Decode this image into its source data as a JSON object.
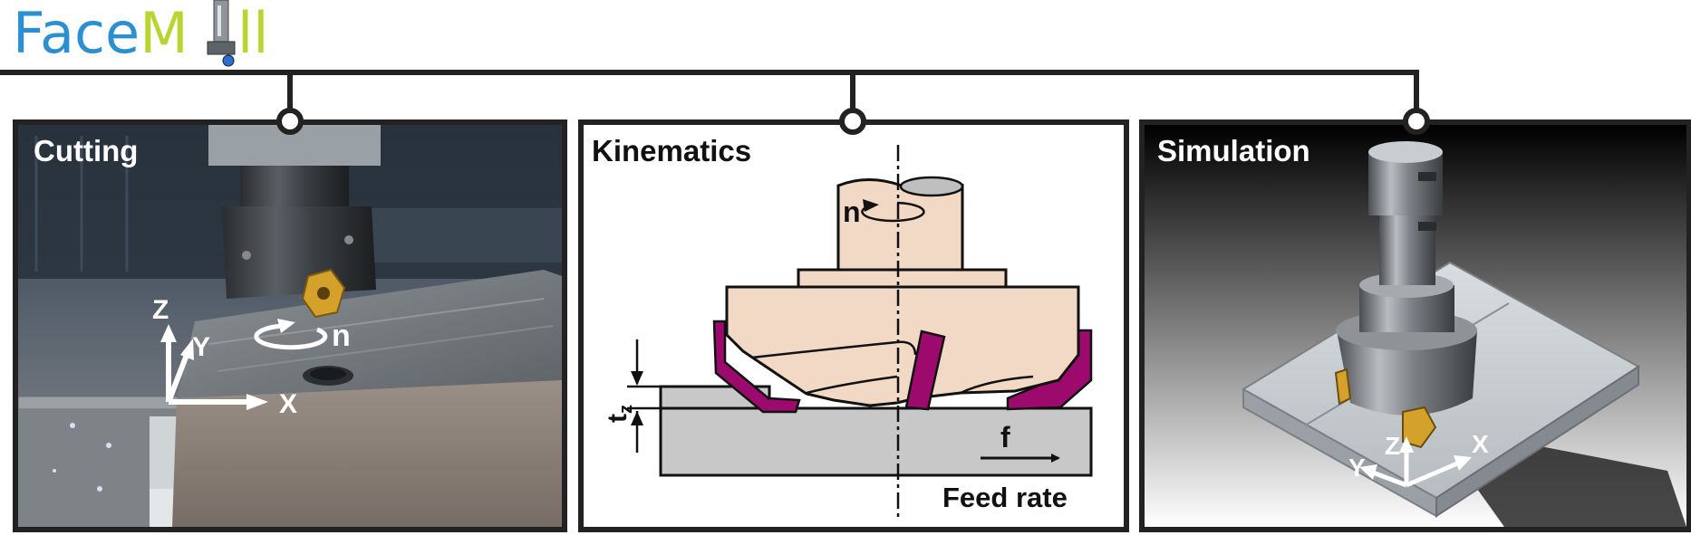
{
  "logo": {
    "part_face": "Face",
    "part_m": "M",
    "part_ll": "ll"
  },
  "colors": {
    "logo_blue": "#2b8fd1",
    "logo_green": "#b8d531",
    "frame": "#222222",
    "insert_gold": "#d4a22a",
    "insert_magenta": "#9c0a6e",
    "tool_skin": "#f2d9c6",
    "workpiece_grey": "#c8c8c8"
  },
  "panels": {
    "cutting": {
      "title": "Cutting",
      "axis_z": "Z",
      "axis_y": "Y",
      "axis_x": "X",
      "rotation": "n"
    },
    "kinematics": {
      "title": "Kinematics",
      "rotation": "n",
      "depth_t": "t",
      "depth_sub": "z",
      "feed_symbol": "f",
      "feed_label": "Feed rate"
    },
    "simulation": {
      "title": "Simulation",
      "axis_z": "Z",
      "axis_y": "Y",
      "axis_x": "X"
    }
  }
}
